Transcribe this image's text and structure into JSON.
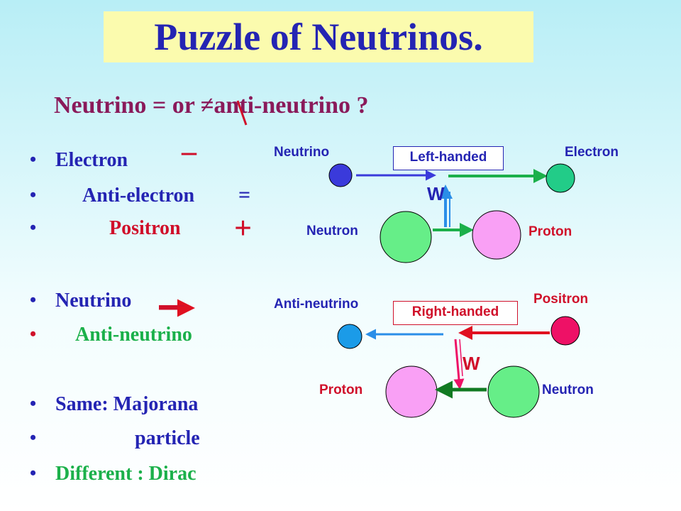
{
  "slide": {
    "title": "Puzzle of Neutrinos.",
    "subtitle": "Neutrino = or ≠anti-neutrino ?",
    "bullets": [
      {
        "text": "Electron",
        "color": "#2424b3"
      },
      {
        "text": "Anti-electron",
        "color": "#2424b3"
      },
      {
        "text": "Positron",
        "color": "#d0102a"
      },
      {
        "text": "Neutrino",
        "color": "#2424b3"
      },
      {
        "text": "Anti-neutrino",
        "color": "#1bb04a"
      },
      {
        "text": "Same: Majorana",
        "color": "#2424b3"
      },
      {
        "text": "particle",
        "color": "#2424b3"
      },
      {
        "text": "Different : Dirac",
        "color": "#1bb04a"
      }
    ],
    "signs": {
      "minus": "–",
      "equals": "=",
      "plus": "+"
    }
  },
  "diagram_top": {
    "neutrino": "Neutrino",
    "electron": "Electron",
    "handed": "Left-handed",
    "w": "W",
    "neutron": "Neutron",
    "proton": "Proton"
  },
  "diagram_bottom": {
    "anti_neutrino": "Anti-neutrino",
    "positron": "Positron",
    "handed": "Right-handed",
    "w": "W",
    "proton": "Proton",
    "neutron": "Neutron"
  },
  "colors": {
    "title": "#2424b3",
    "title_bg": "#fbfbae",
    "red": "#d0102a",
    "green": "#1bb04a",
    "blue": "#2424b3",
    "neutrino_ball": "#3a3adb",
    "electron_ball": "#22cc88",
    "nucleon_green": "#66ee88",
    "nucleon_pink": "#f9a0f5",
    "anti_neutrino_ball": "#1b9be8",
    "positron_ball": "#ee1166"
  }
}
